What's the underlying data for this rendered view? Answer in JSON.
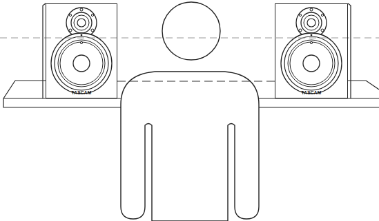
{
  "diagram": {
    "nodes": [
      {
        "text": [
          "TASCAM"
        ]
      },
      {
        "text": [
          "TASCAM"
        ]
      }
    ],
    "edges": [
      {
        "from": 0,
        "to": 1,
        "arrow": "none"
      }
    ]
  }
}
